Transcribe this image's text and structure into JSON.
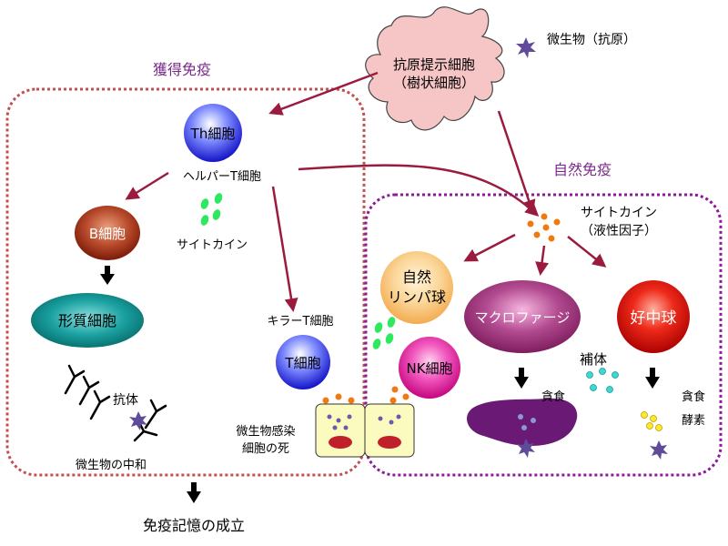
{
  "labels": {
    "microbe_antigen": "微生物（抗原）",
    "apc_line1": "抗原提示細胞",
    "apc_line2": "（樹状細胞）",
    "acquired_title": "獲得免疫",
    "innate_title": "自然免疫",
    "th_cell": "Th細胞",
    "helper_t": "ヘルパーT細胞",
    "b_cell": "B細胞",
    "cytokine_left": "サイトカイン",
    "plasma_cell": "形質細胞",
    "killer_t": "キラーT細胞",
    "t_cell": "T細胞",
    "antibody": "抗体",
    "neutralization": "微生物の中和",
    "infected_death_line1": "微生物感染",
    "infected_death_line2": "細胞の死",
    "immune_memory": "免疫記憶の成立",
    "cytokine_right_line1": "サイトカイン",
    "cytokine_right_line2": "（液性因子）",
    "innate_lymph_line1": "自然",
    "innate_lymph_line2": "リンパ球",
    "nk_cell": "NK細胞",
    "macrophage": "マクロファージ",
    "neutrophil": "好中球",
    "complement": "補体",
    "phagocytosis_1": "貪食",
    "phagocytosis_2": "貪食",
    "enzyme": "酵素"
  },
  "colors": {
    "arrow": "#9b1b3e",
    "acquired_border": "#c0504d",
    "innate_border": "#8e1a9a",
    "section_title": "#7a2a8a",
    "apc_fill": "#f6c5c5",
    "th_cell": "#1a1acc",
    "b_cell": "#8b2010",
    "plasma_cell": "#0e8a8a",
    "innate_lymph": "#f9c47a",
    "nk_cell": "#e0129b",
    "macrophage": "#9a2e72",
    "neutrophil": "#cc0000",
    "microbe": "#5f4b9a",
    "cytokine_green": "#2ee860",
    "cytokine_orange": "#f07a10",
    "complement_cyan": "#3fd8d0",
    "enzyme_yellow": "#ffea2a",
    "infected_cell": "#fbfbc0",
    "phagocyte_body": "#6a1a74"
  }
}
